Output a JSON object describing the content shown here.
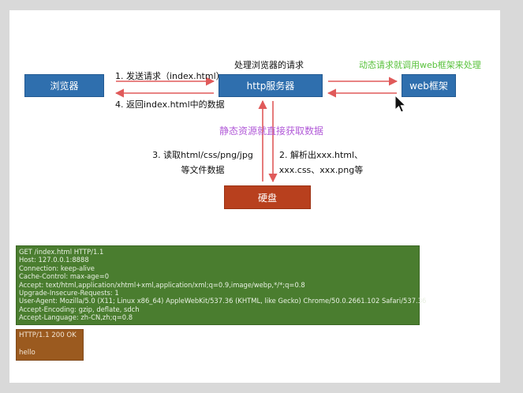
{
  "nodes": {
    "browser": "浏览器",
    "http_server": "http服务器",
    "web_framework": "web框架",
    "disk": "硬盘"
  },
  "labels": {
    "server_title": "处理浏览器的请求",
    "dynamic_note": "动态请求就调用web框架来处理",
    "step1": "1. 发送请求（index.html）",
    "step4": "4. 返回index.html中的数据",
    "static_note": "静态资源就直接获取数据",
    "step3_line1": "3. 读取html/css/png/jpg",
    "step3_line2": "等文件数据",
    "step2_line1": "2. 解析出xxx.html、",
    "step2_line2": "xxx.css、xxx.png等"
  },
  "request_lines": [
    "GET /index.html HTTP/1.1",
    "Host: 127.0.0.1:8888",
    "Connection: keep-alive",
    "Cache-Control: max-age=0",
    "Accept: text/html,application/xhtml+xml,application/xml;q=0.9,image/webp,*/*;q=0.8",
    "Upgrade-Insecure-Requests: 1",
    "User-Agent: Mozilla/5.0 (X11; Linux x86_64) AppleWebKit/537.36 (KHTML, like Gecko) Chrome/50.0.2661.102 Safari/537.36",
    "Accept-Encoding: gzip, deflate, sdch",
    "Accept-Language: zh-CN,zh;q=0.8"
  ],
  "response": {
    "status": "HTTP/1.1 200 OK",
    "body": "hello"
  },
  "colors": {
    "node_blue": "#2f6fae",
    "node_red": "#b8401e",
    "arrow_red": "#e05a5a",
    "note_green": "#58c23b",
    "note_purple": "#b25bd8",
    "request_bg": "#4a7d2f",
    "response_bg": "#9b5a1f"
  }
}
